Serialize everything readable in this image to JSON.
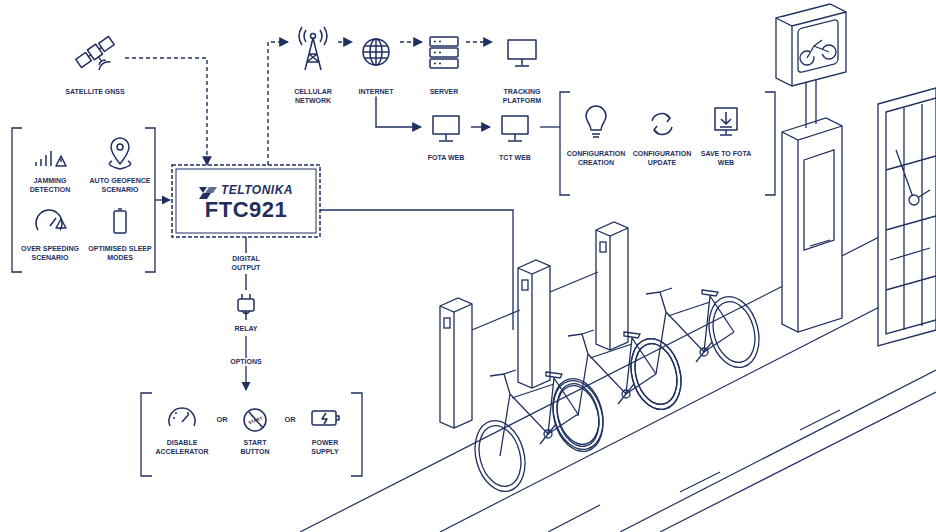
{
  "diagram": {
    "nodes": [
      {
        "text": [
          "SATELLITE GNSS"
        ]
      },
      {
        "text": [
          "CELLULAR NETWORK"
        ]
      },
      {
        "text": [
          "INTERNET"
        ]
      },
      {
        "text": [
          "SERVER"
        ]
      },
      {
        "text": [
          "TRACKING PLATFORM"
        ]
      },
      {
        "text": [
          "FOTA WEB"
        ]
      },
      {
        "text": [
          "TCT WEB"
        ]
      },
      {
        "text": [
          "CONFIGURATION CREATION"
        ]
      },
      {
        "text": [
          "CONFIGURATION UPDATE"
        ]
      },
      {
        "text": [
          "SAVE TO FOTA WEB"
        ]
      },
      {
        "text": [
          "JAMMING DETECTION"
        ]
      },
      {
        "text": [
          "AUTO GEOFENCE SCENARIO"
        ]
      },
      {
        "text": [
          "OVER SPEEDING SCENARIO"
        ]
      },
      {
        "text": [
          "OPTIMISED SLEEP MODES"
        ]
      },
      {
        "text": [
          "TELTONIKA",
          "FTC921"
        ]
      },
      {
        "text": [
          "RELAY"
        ]
      },
      {
        "text": [
          "DISABLE ACCELERATOR"
        ]
      },
      {
        "text": [
          "START BUTTON"
        ]
      },
      {
        "text": [
          "POWER SUPPLY"
        ]
      }
    ],
    "edges": [
      {
        "from": 0,
        "to": 14,
        "arrow": "to"
      },
      {
        "from": 14,
        "to": 1,
        "arrow": "to"
      },
      {
        "from": 1,
        "to": 2,
        "arrow": "to"
      },
      {
        "from": 2,
        "to": 3,
        "arrow": "to"
      },
      {
        "from": 3,
        "to": 4,
        "arrow": "to"
      },
      {
        "from": 2,
        "to": 5,
        "arrow": "to"
      },
      {
        "from": 5,
        "to": 6,
        "arrow": "to"
      },
      {
        "from": 14,
        "to": 15,
        "label": "DIGITAL OUTPUT",
        "arrow": "none"
      }
    ],
    "labels": [
      "OPTIONS",
      "OR",
      "OR",
      "START"
    ]
  }
}
